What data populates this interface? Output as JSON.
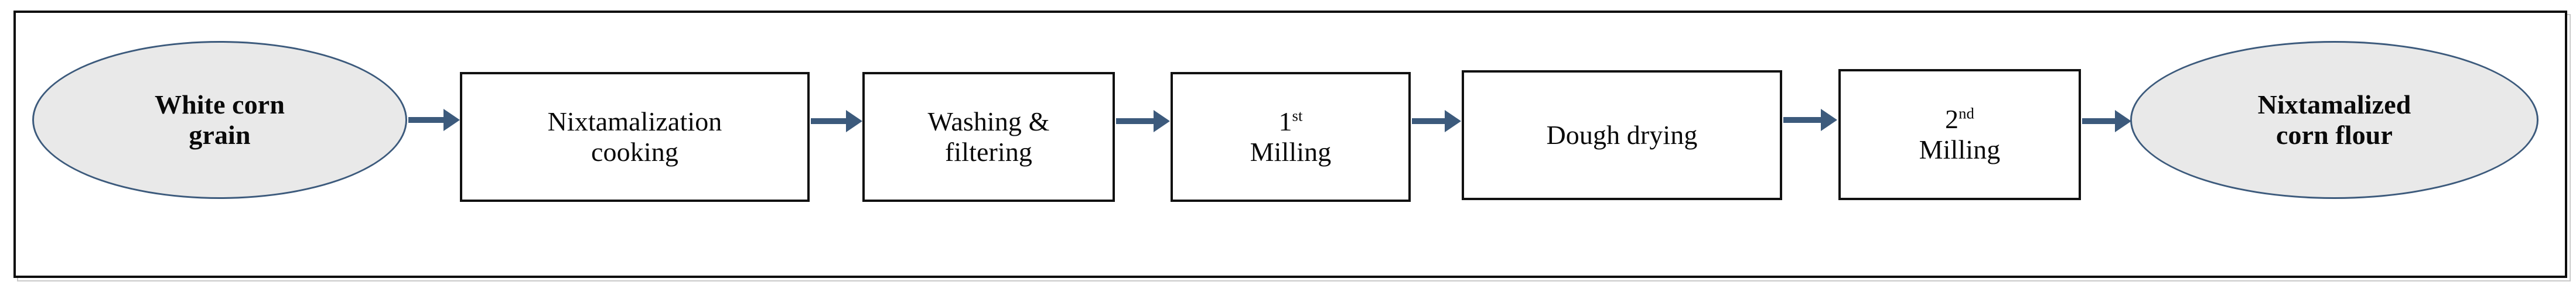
{
  "diagram": {
    "title": "Nixtamalized corn flour production flow",
    "colors": {
      "frame_border": "#0d0d0d",
      "terminator_fill": "#e9e9e9",
      "terminator_stroke": "#3c5a7c",
      "process_fill": "#ffffff",
      "process_stroke": "#111111",
      "arrow": "#3c5a7c",
      "text": "#0a0a0a",
      "background": "#ffffff"
    },
    "nodes": [
      {
        "id": "white-corn-grain",
        "shape": "ellipse",
        "role": "start",
        "lines": [
          "White corn grain"
        ],
        "line1": "White corn",
        "line2": "grain"
      },
      {
        "id": "nixtamalization-cooking",
        "shape": "rectangle",
        "role": "process",
        "lines": [
          "Nixtamalization cooking"
        ],
        "line1": "Nixtamalization",
        "line2": "cooking"
      },
      {
        "id": "washing-filtering",
        "shape": "rectangle",
        "role": "process",
        "lines": [
          "Washing & filtering"
        ],
        "line1": "Washing &",
        "line2": "filtering"
      },
      {
        "id": "first-milling",
        "shape": "rectangle",
        "role": "process",
        "lines": [
          "1st Milling"
        ],
        "line1_number": "1",
        "line1_suffix": "st",
        "line2": "Milling"
      },
      {
        "id": "dough-drying",
        "shape": "rectangle",
        "role": "process",
        "lines": [
          "Dough drying"
        ],
        "line1": "Dough drying",
        "line2": ""
      },
      {
        "id": "second-milling",
        "shape": "rectangle",
        "role": "process",
        "lines": [
          "2nd Milling"
        ],
        "line1_number": "2",
        "line1_suffix": "nd",
        "line2": "Milling"
      },
      {
        "id": "nixtamalized-corn-flour",
        "shape": "ellipse",
        "role": "end",
        "lines": [
          "Nixtamalized corn flour"
        ],
        "line1": "Nixtamalized",
        "line2": "corn flour"
      }
    ],
    "connectors": [
      {
        "id": "arrow-1",
        "from": "white-corn-grain",
        "to": "nixtamalization-cooking",
        "direction": "right"
      },
      {
        "id": "arrow-2",
        "from": "nixtamalization-cooking",
        "to": "washing-filtering",
        "direction": "right"
      },
      {
        "id": "arrow-3",
        "from": "washing-filtering",
        "to": "first-milling",
        "direction": "right"
      },
      {
        "id": "arrow-4",
        "from": "first-milling",
        "to": "dough-drying",
        "direction": "right"
      },
      {
        "id": "arrow-5",
        "from": "dough-drying",
        "to": "second-milling",
        "direction": "right"
      },
      {
        "id": "arrow-6",
        "from": "second-milling",
        "to": "nixtamalized-corn-flour",
        "direction": "right"
      }
    ]
  }
}
